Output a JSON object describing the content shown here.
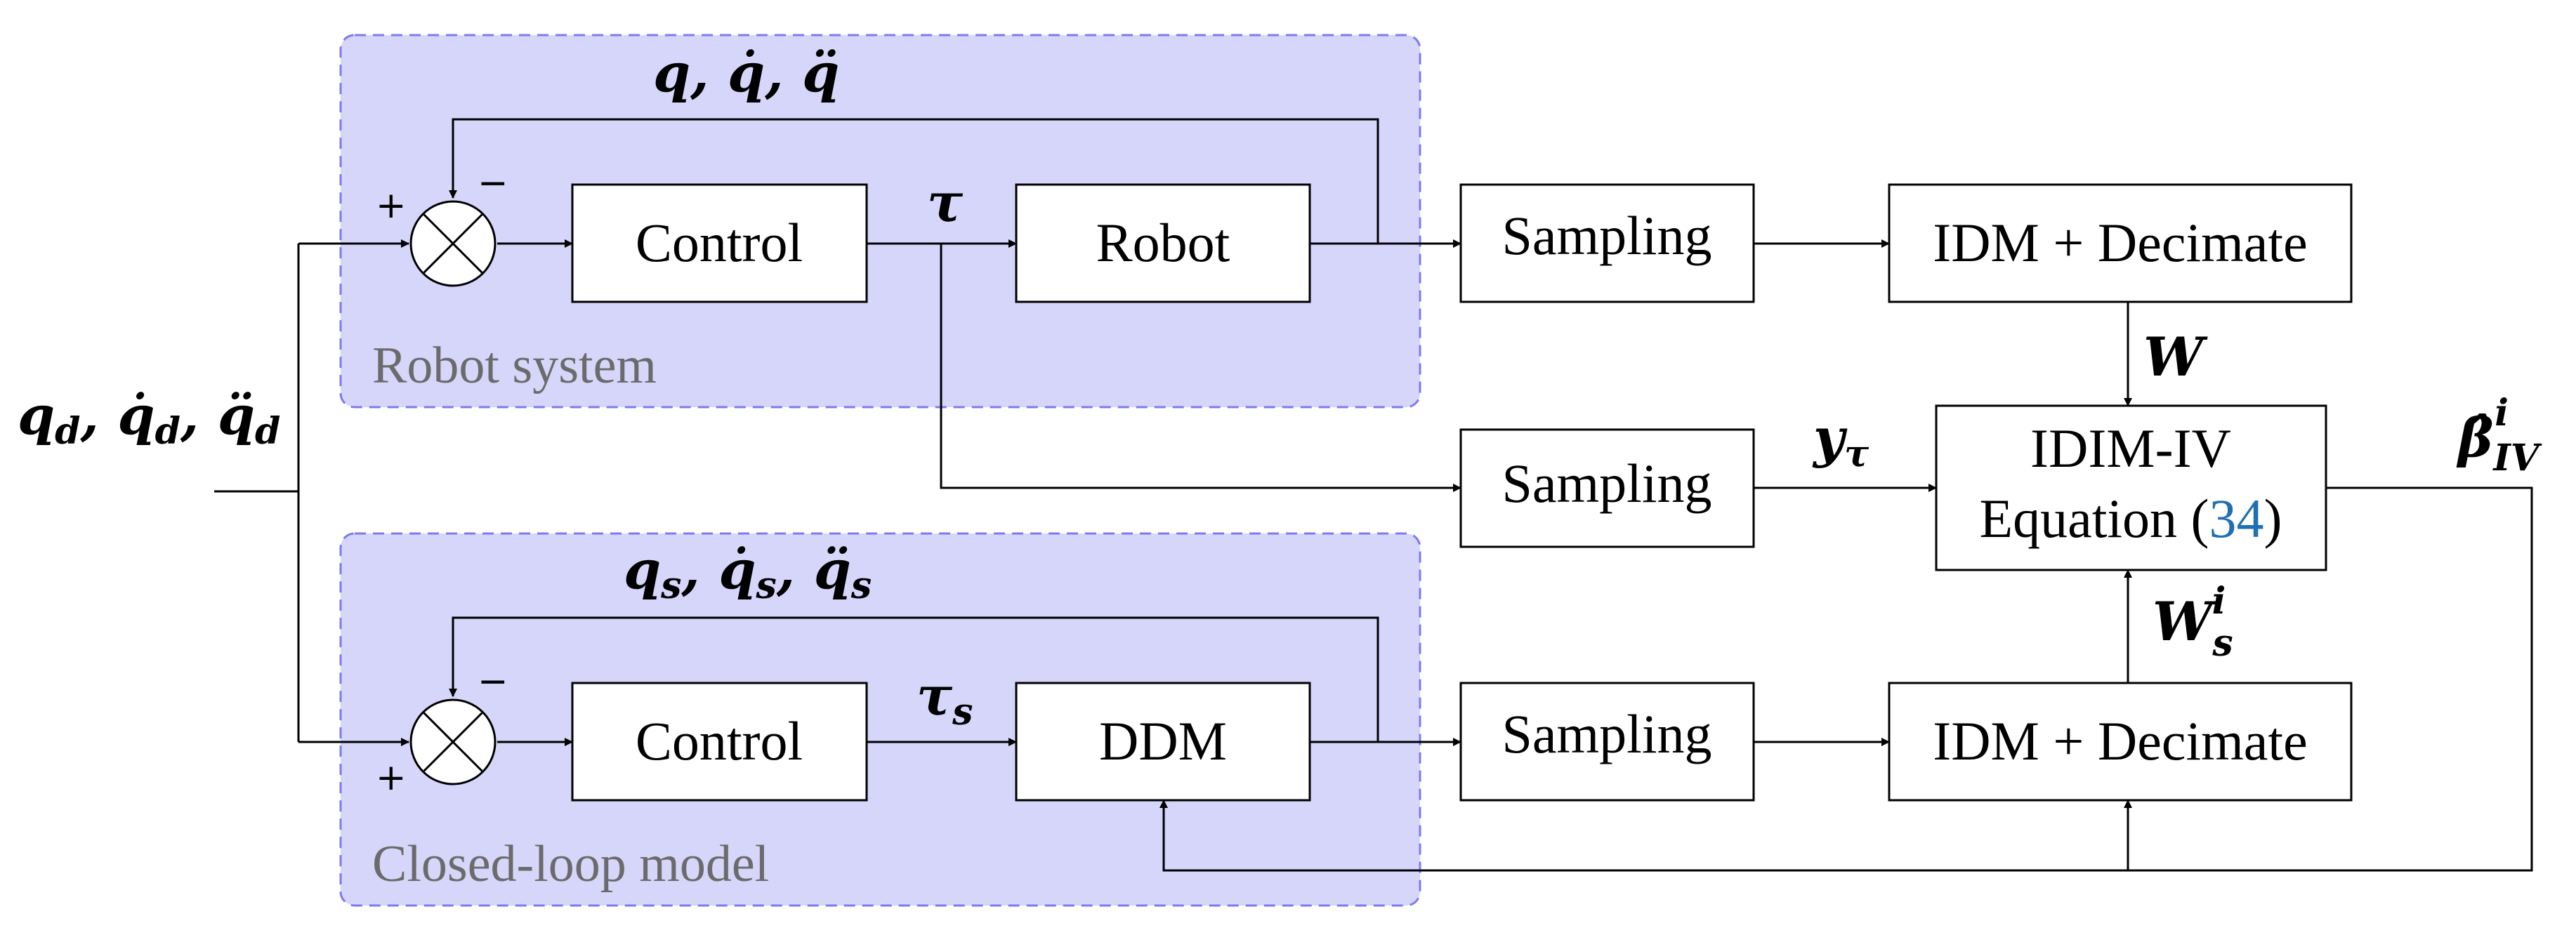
{
  "regions": {
    "robot_system": "Robot system",
    "closed_loop_model": "Closed-loop model"
  },
  "blocks": {
    "control_top": "Control",
    "robot": "Robot",
    "sampling_top": "Sampling",
    "idm_decimate_top": "IDM + Decimate",
    "sampling_mid": "Sampling",
    "idim_iv_line1": "IDIM-IV",
    "idim_iv_line2_prefix": "Equation (",
    "idim_iv_ref": "34",
    "idim_iv_line2_suffix": ")",
    "control_bottom": "Control",
    "ddm": "DDM",
    "sampling_bottom": "Sampling",
    "idm_decimate_bottom": "IDM + Decimate"
  },
  "signals": {
    "feedback_top": "q, q̇, q̈",
    "feedback_bottom_base": "q",
    "feedback_bottom_sep1": ", ",
    "feedback_bottom_qd": "q̇",
    "feedback_bottom_sep2": ", ",
    "feedback_bottom_qdd": "q̈",
    "feedback_bottom_sub": "s",
    "input_q": "q",
    "input_qd": "q̇",
    "input_qdd": "q̈",
    "input_sub": "d",
    "input_sep": ", ",
    "tau": "τ",
    "tau_s_base": "τ",
    "tau_s_sub": "s",
    "W": "W",
    "y_tau_base": "y",
    "y_tau_sub": "τ",
    "Ws_base": "W",
    "Ws_sub": "s",
    "Ws_sup": "i",
    "beta_base": "β̂",
    "beta_sub": "IV",
    "beta_sup": "i"
  },
  "summing_signs": {
    "plus": "+",
    "minus": "−"
  }
}
